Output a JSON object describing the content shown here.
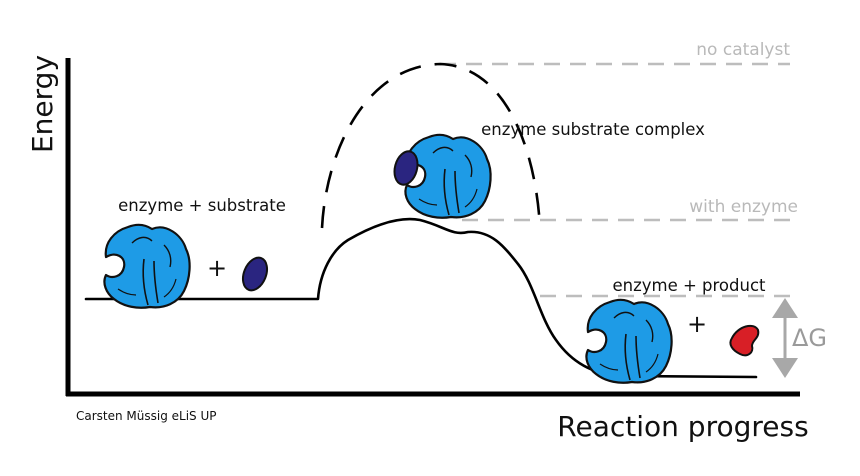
{
  "axes": {
    "y_label": "Energy",
    "x_label": "Reaction progress"
  },
  "levels": {
    "no_catalyst": "no catalyst",
    "with_enzyme": "with enzyme"
  },
  "states": {
    "reactants": "enzyme + substrate",
    "complex": "enzyme substrate complex",
    "products": "enzyme + product"
  },
  "delta_g": "ΔG",
  "credit": "Carsten Müssig eLiS UP",
  "plus_sign": "+",
  "colors": {
    "enzyme": "#1e9be6",
    "substrate": "#2a2580",
    "product": "#d81f26",
    "reference_line": "#bdbdbd",
    "axis": "#000000"
  }
}
